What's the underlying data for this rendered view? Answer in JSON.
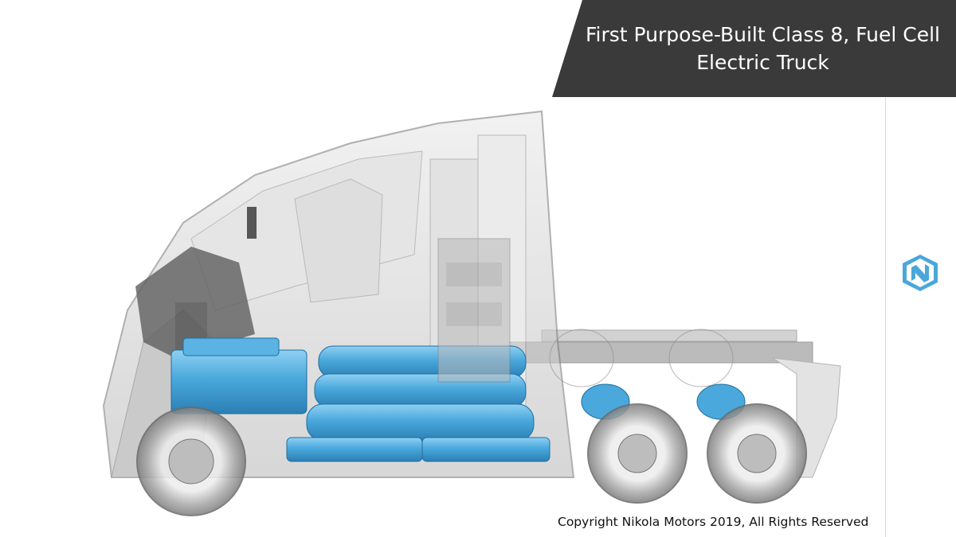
{
  "slide": {
    "title_lines": [
      "First Purpose-Built Class 8, Fuel Cell",
      "Electric Truck"
    ],
    "copyright": "Copyright Nikola Motors 2019, All Rights Reserved",
    "logo_icon": "nikola-n-logo-icon",
    "illustration_icon": "fuel-cell-truck-xray-illustration",
    "colors": {
      "banner": "#3a3a3a",
      "banner_text": "#ffffff",
      "accent_blue": "#3fa2d8",
      "truck_gray": "#8a8a8a"
    }
  }
}
